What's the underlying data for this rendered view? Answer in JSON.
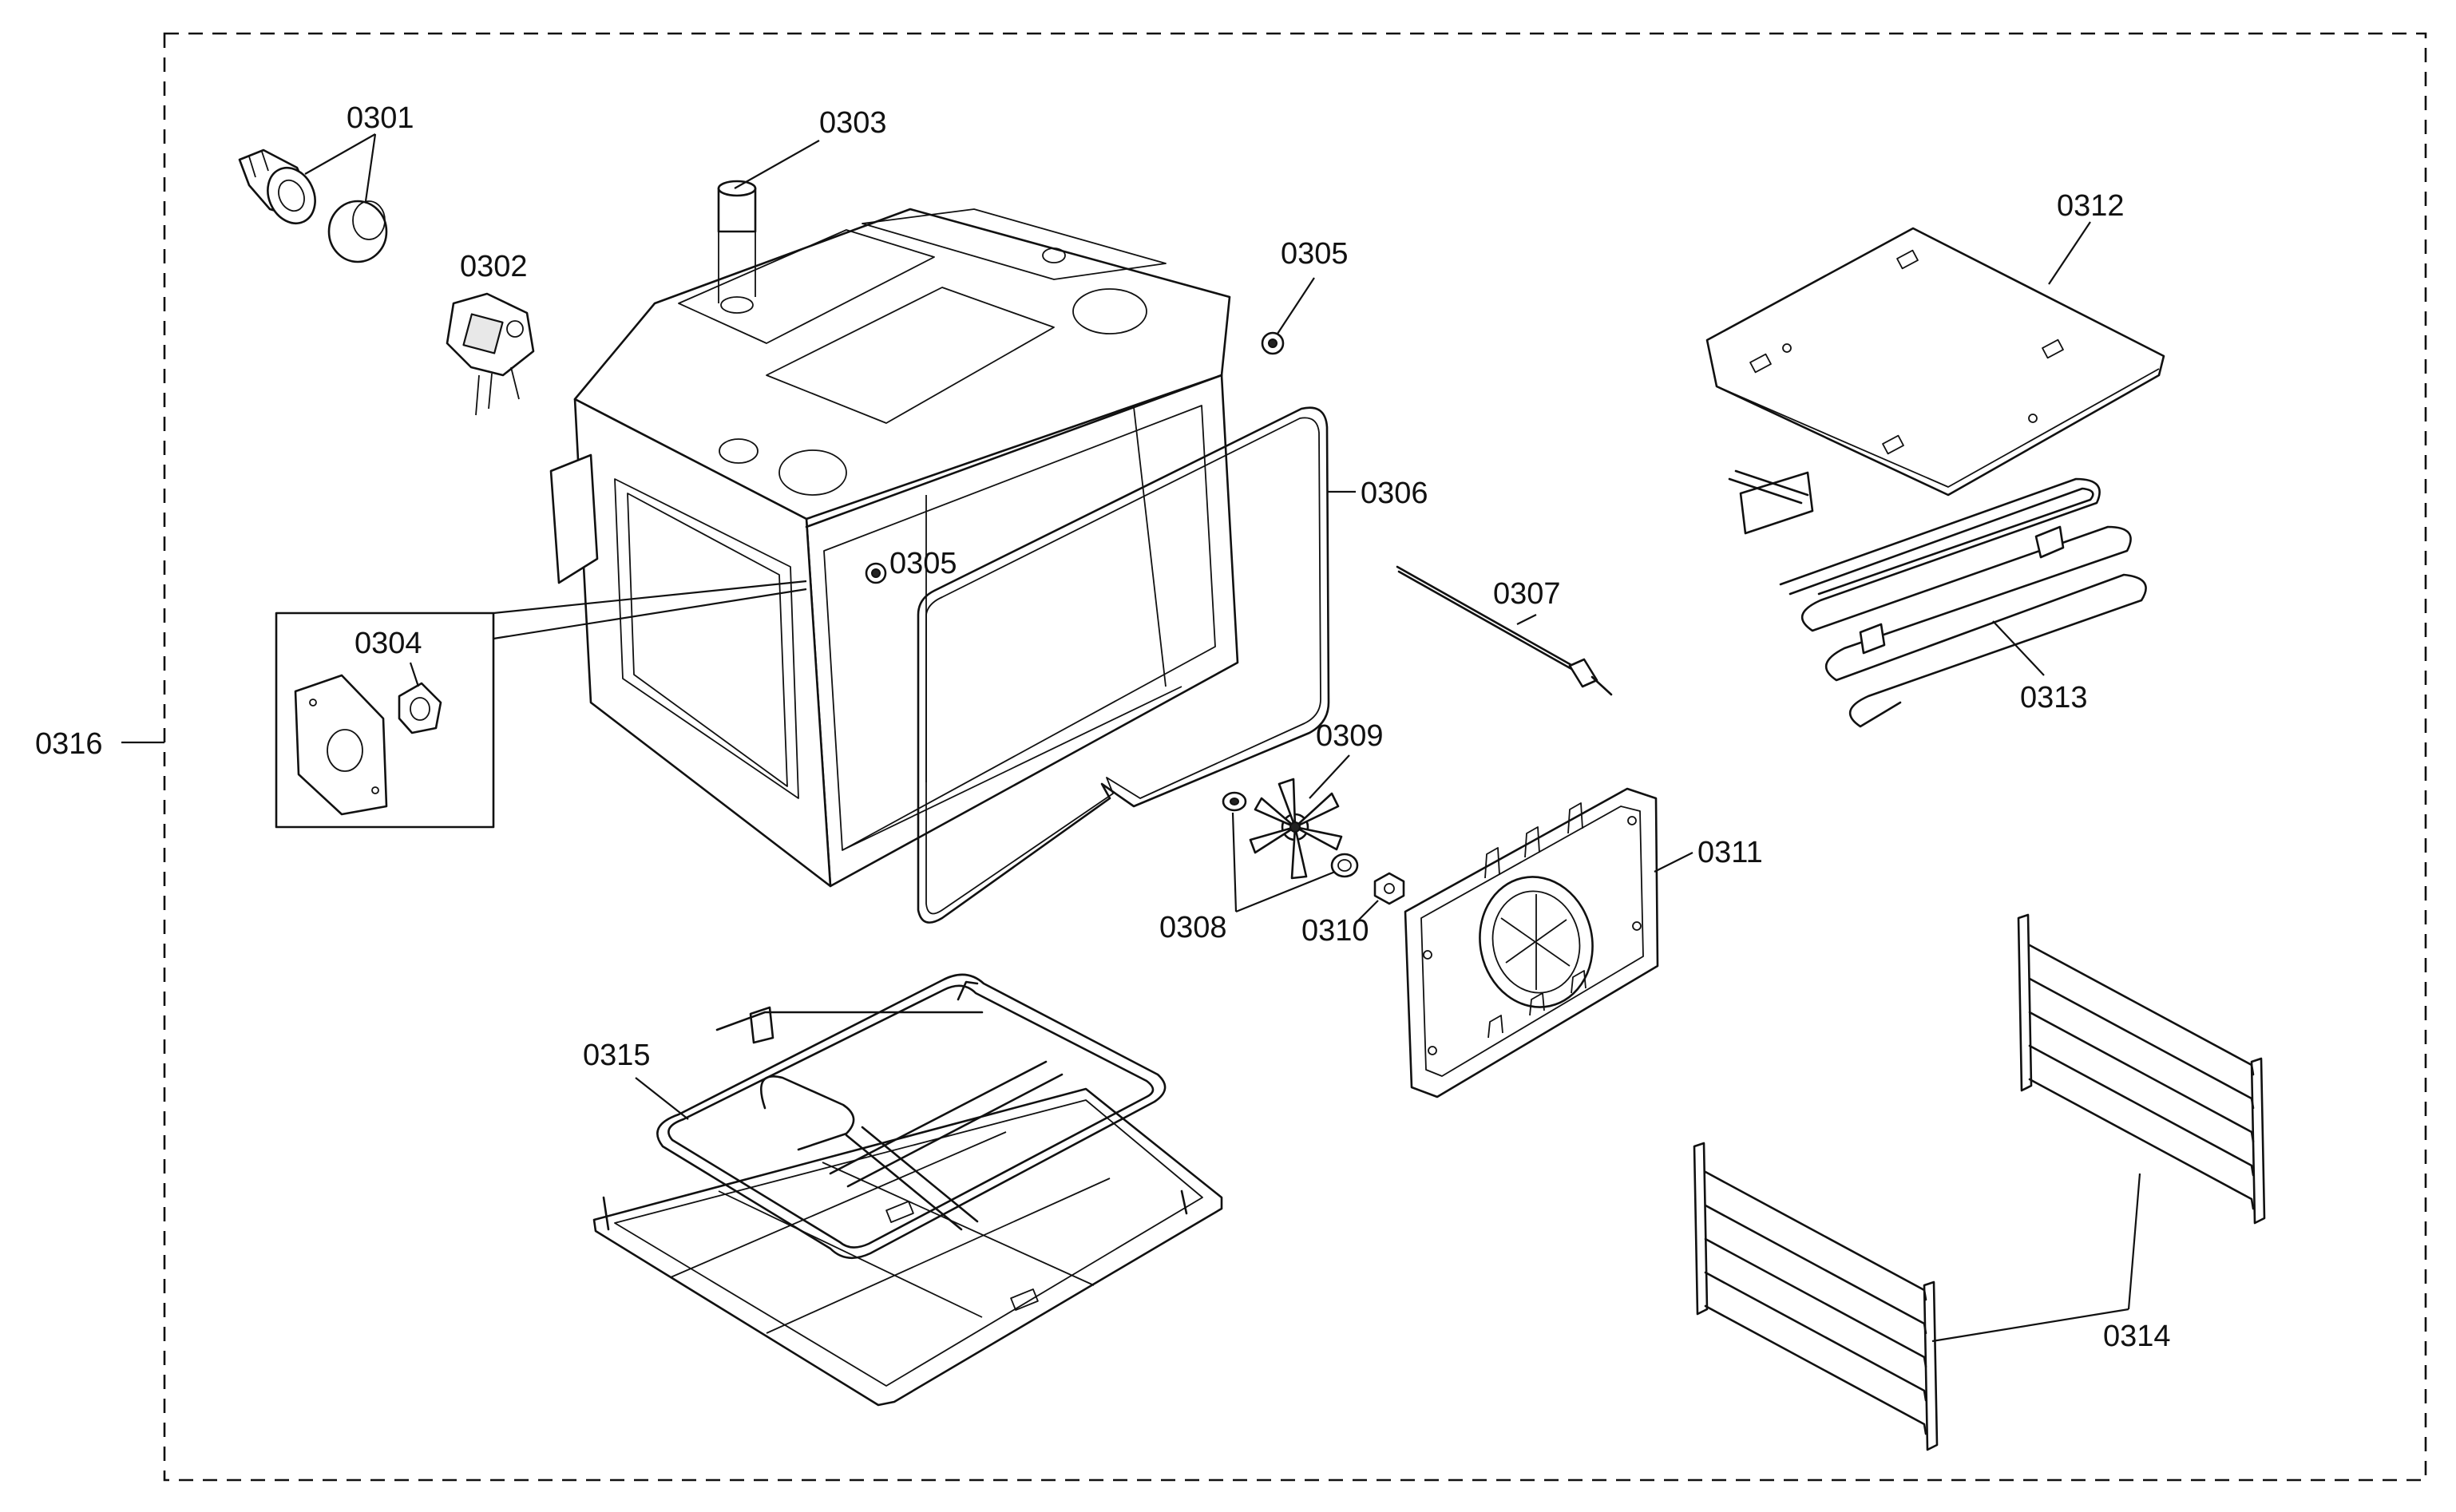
{
  "labels": {
    "p0301": "0301",
    "p0302": "0302",
    "p0303": "0303",
    "p0304": "0304",
    "p0305a": "0305",
    "p0305b": "0305",
    "p0306": "0306",
    "p0307": "0307",
    "p0308": "0308",
    "p0309": "0309",
    "p0310": "0310",
    "p0311": "0311",
    "p0312": "0312",
    "p0313": "0313",
    "p0314": "0314",
    "p0315": "0315",
    "p0316": "0316"
  }
}
